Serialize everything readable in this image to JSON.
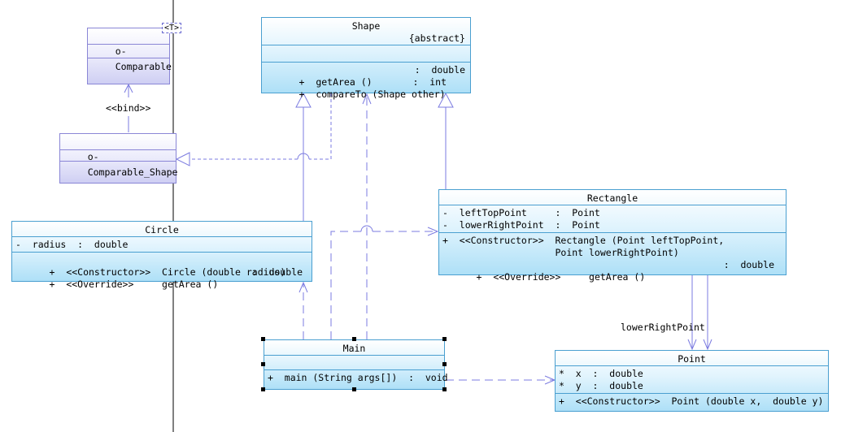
{
  "diagram": {
    "classes": {
      "comparable": {
        "name": "Comparable",
        "type_param": "<T>",
        "stereotype_icon": "interface-lollipop-icon"
      },
      "comparable_shape": {
        "name": "Comparable_Shape",
        "stereotype_icon": "interface-lollipop-icon"
      },
      "shape": {
        "name": "Shape",
        "modifier": "{abstract}",
        "operations": [
          {
            "sig": "+  getArea ()",
            "type": ":  double"
          },
          {
            "sig": "+  compareTo (Shape other)",
            "type": ":  int"
          }
        ]
      },
      "circle": {
        "name": "Circle",
        "attributes": [
          {
            "sig": "-  radius  :  double"
          }
        ],
        "operations": [
          {
            "sig": "+  <<Constructor>>  Circle (double radius)",
            "type": ""
          },
          {
            "sig": "+  <<Override>>     getArea ()",
            "type": ":  double"
          }
        ]
      },
      "rectangle": {
        "name": "Rectangle",
        "attributes": [
          {
            "sig": "-  leftTopPoint     :  Point"
          },
          {
            "sig": "-  lowerRightPoint  :  Point"
          }
        ],
        "operations": [
          {
            "sig": "+  <<Constructor>>  Rectangle (Point leftTopPoint,",
            "type": ""
          },
          {
            "sig": "                    Point lowerRightPoint)",
            "type": ""
          },
          {
            "sig": "+  <<Override>>     getArea ()",
            "type": ":  double"
          }
        ]
      },
      "main": {
        "name": "Main",
        "operations": [
          {
            "sig": "+  main (String args[])  :  void",
            "type": ""
          }
        ]
      },
      "point": {
        "name": "Point",
        "attributes": [
          {
            "sig": "*  x  :  double"
          },
          {
            "sig": "*  y  :  double"
          }
        ],
        "operations": [
          {
            "sig": "+  <<Constructor>>  Point (double x,  double y)",
            "type": ""
          }
        ]
      }
    },
    "labels": {
      "bind": "<<bind>>",
      "lower_right_point": "lowerRightPoint"
    },
    "colors": {
      "class_border": "#4a9fd0",
      "interface_border": "#8a86d6",
      "connector": "#7b7be0"
    }
  }
}
